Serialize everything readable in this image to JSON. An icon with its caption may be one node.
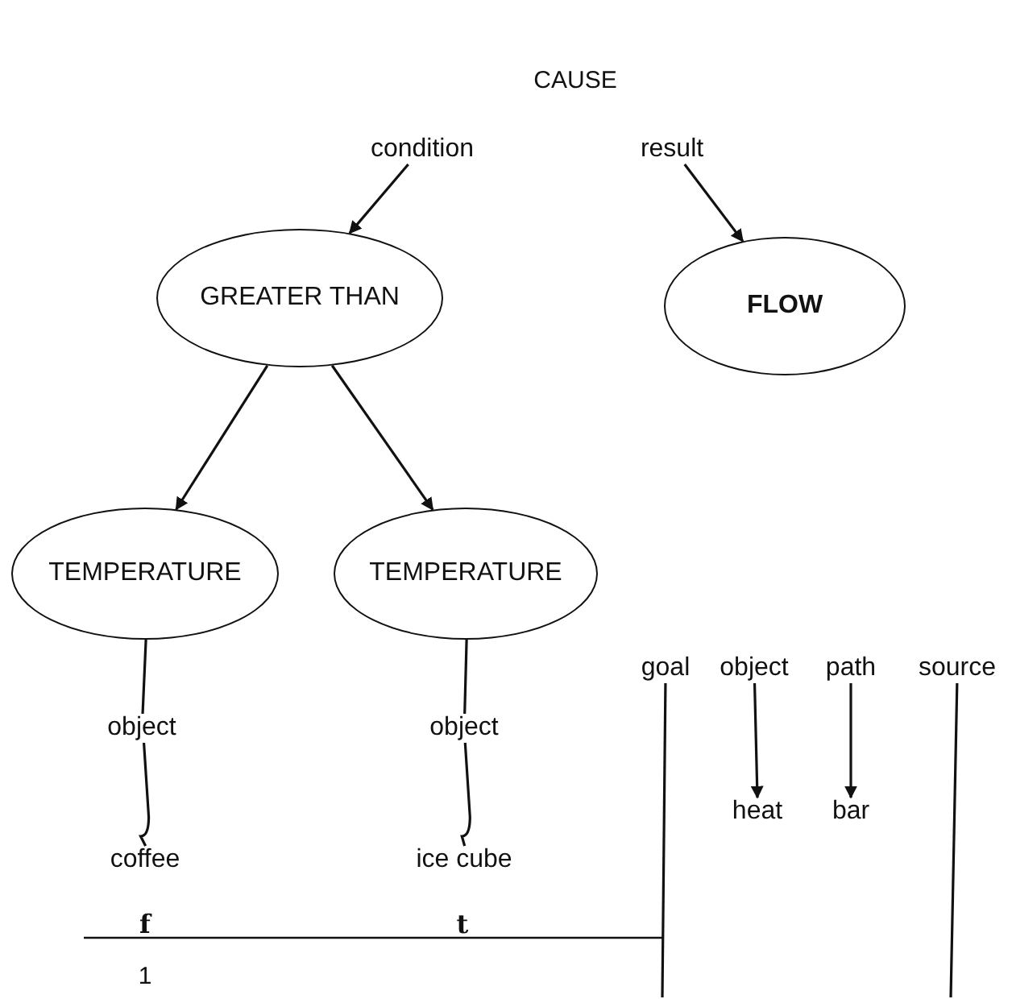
{
  "diagram": {
    "title": "CAUSE",
    "nodes": [
      {
        "text": [
          "condition"
        ]
      },
      {
        "text": [
          "result"
        ]
      },
      {
        "text": [
          "GREATER THAN"
        ]
      },
      {
        "text": [
          "FLOW"
        ]
      },
      {
        "text": [
          "TEMPERATURE"
        ]
      },
      {
        "text": [
          "TEMPERATURE"
        ]
      },
      {
        "text": [
          "object"
        ]
      },
      {
        "text": [
          "object"
        ]
      },
      {
        "text": [
          "coffee"
        ]
      },
      {
        "text": [
          "ice cube"
        ]
      },
      {
        "text": [
          "goal"
        ]
      },
      {
        "text": [
          "object"
        ]
      },
      {
        "text": [
          "path"
        ]
      },
      {
        "text": [
          "source"
        ]
      },
      {
        "text": [
          "heat"
        ]
      },
      {
        "text": [
          "bar"
        ]
      }
    ],
    "edges": [
      {
        "from": 0,
        "to": 2,
        "arrow": "to"
      },
      {
        "from": 1,
        "to": 3,
        "arrow": "to"
      },
      {
        "from": 2,
        "to": 4,
        "arrow": "to"
      },
      {
        "from": 2,
        "to": 5,
        "arrow": "to"
      },
      {
        "from": 4,
        "to": 6,
        "arrow": "none"
      },
      {
        "from": 5,
        "to": 7,
        "arrow": "none"
      },
      {
        "from": 6,
        "to": 8,
        "arrow": "none"
      },
      {
        "from": 7,
        "to": 9,
        "arrow": "none"
      },
      {
        "from": 11,
        "to": 14,
        "arrow": "to"
      },
      {
        "from": 12,
        "to": 15,
        "arrow": "to"
      },
      {
        "from": 10,
        "to": null,
        "arrow": "none"
      },
      {
        "from": 13,
        "to": null,
        "arrow": "none"
      }
    ],
    "labels": [
      "f",
      "t",
      "1"
    ]
  }
}
